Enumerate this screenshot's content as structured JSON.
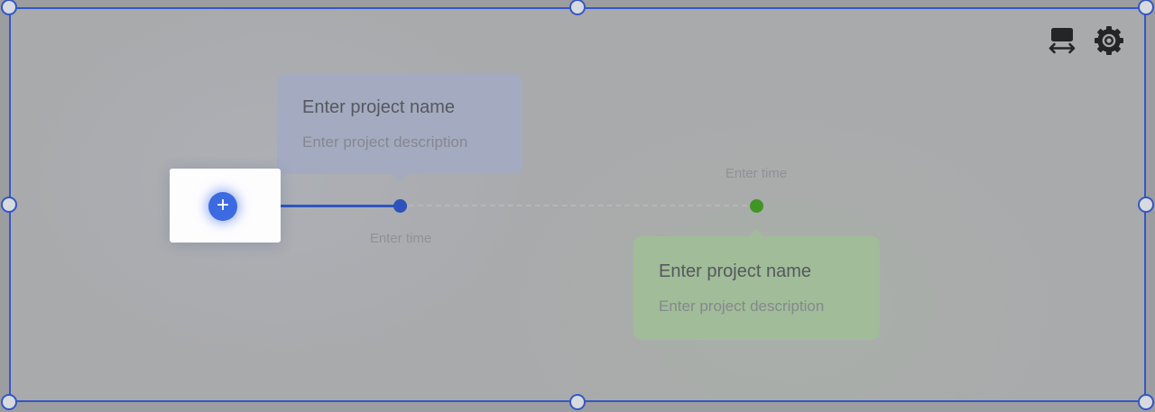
{
  "toolbar": {
    "icons": [
      {
        "name": "resize-width-icon"
      },
      {
        "name": "gear-icon"
      }
    ]
  },
  "timeline": {
    "add_button_label": "+",
    "milestones": [
      {
        "name": "Enter project name",
        "description": "Enter project description",
        "time": "Enter time",
        "card_position": "above",
        "dot_color": "#2d52ba",
        "card_bg": "#a4abc0"
      },
      {
        "name": "Enter project name",
        "description": "Enter project description",
        "time": "Enter time",
        "card_position": "below",
        "dot_color": "#3f9625",
        "card_bg": "#a1bc98"
      }
    ]
  },
  "colors": {
    "page_bg": "#9c9da0",
    "canvas_bg": "#a9aaac",
    "selection": "#3457c5",
    "accent_blue": "#3c6ae0",
    "line_blue": "#2e55bf",
    "dot_blue": "#2d52ba",
    "dot_green": "#3f9625",
    "dashed_line": "#b6b7b9",
    "card_blue": "#a4abc0",
    "card_green": "#a1bc98",
    "icon_dark": "#232527",
    "text_primary": "#55585e",
    "text_secondary": "#85888f",
    "text_time": "#8f9196"
  }
}
